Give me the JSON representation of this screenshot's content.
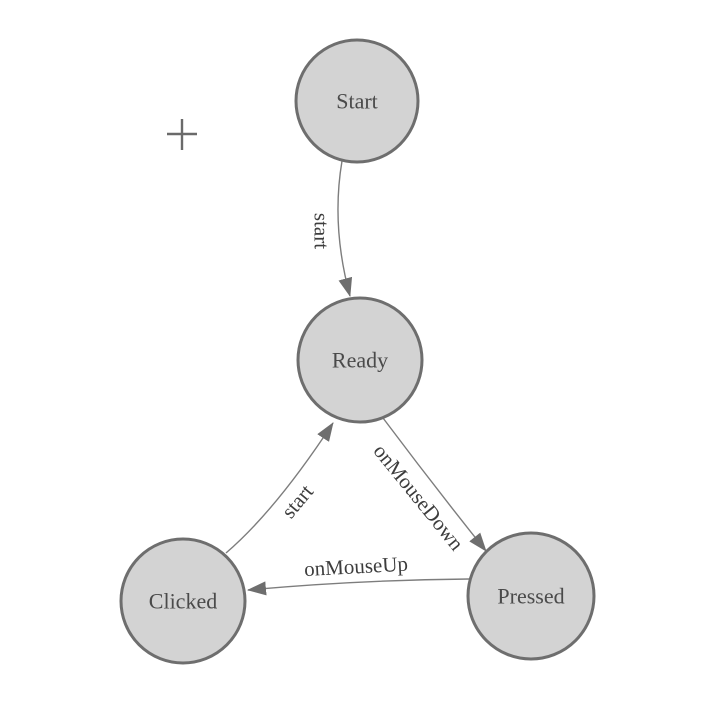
{
  "colors": {
    "background": "#ffffff",
    "node_fill": "#d3d3d3",
    "node_stroke": "#6e6e6e",
    "node_label_color": "#4a4a4a",
    "edge_stroke": "#7d7d7d",
    "arrow_fill": "#6e6e6e",
    "edge_label_color": "#3d3d3d",
    "crosshair_color": "#6a6a6a"
  },
  "diagram": {
    "type": "state-diagram",
    "nodes": [
      {
        "id": "start",
        "label": "Start"
      },
      {
        "id": "ready",
        "label": "Ready"
      },
      {
        "id": "clicked",
        "label": "Clicked"
      },
      {
        "id": "pressed",
        "label": "Pressed"
      }
    ],
    "edges": [
      {
        "from": "Start",
        "to": "Ready",
        "label": "start"
      },
      {
        "from": "Ready",
        "to": "Pressed",
        "label": "onMouseDown"
      },
      {
        "from": "Clicked",
        "to": "Ready",
        "label": "start"
      },
      {
        "from": "Pressed",
        "to": "Clicked",
        "label": "onMouseUp"
      }
    ],
    "icons": {
      "crosshair": "+"
    }
  }
}
